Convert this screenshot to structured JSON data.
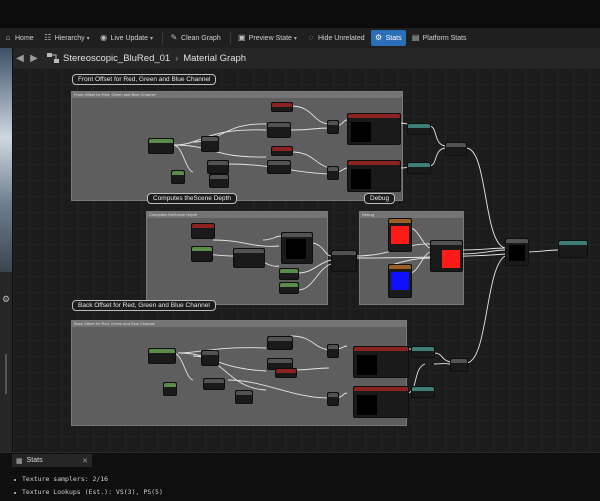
{
  "toolbar": {
    "items": [
      {
        "label": "Home",
        "icon": "home-icon"
      },
      {
        "label": "Hierarchy",
        "icon": "hierarchy-icon"
      },
      {
        "label": "Live Update",
        "icon": "eye-icon"
      },
      {
        "label": "Clean Graph",
        "icon": "broom-icon"
      },
      {
        "label": "Preview State",
        "icon": "play-icon"
      },
      {
        "label": "Hide Unrelated",
        "icon": "hide-icon"
      },
      {
        "label": "Stats",
        "icon": "stats-icon"
      },
      {
        "label": "Platform Stats",
        "icon": "platform-stats-icon"
      }
    ],
    "active_color": "#2a6fb7"
  },
  "breadcrumb": {
    "asset": "Stereoscopic_BluRed_01",
    "graph": "Material Graph"
  },
  "graph": {
    "comments": [
      {
        "bubble": "Front Offset for Red, Green and Blue Channel",
        "header": "Front Offset for Red, Green and Blue Channel"
      },
      {
        "bubble": "Computes theScene Depth",
        "header": "Computes theScene Depth"
      },
      {
        "bubble": "Debug",
        "header": "Debug"
      },
      {
        "bubble": "Back Offset for Red, Green and Blue Channel",
        "header": "Back Offset for Red, Green and Blue Channel"
      }
    ],
    "colors": {
      "red_preview": "#ff1a1a",
      "blue_preview": "#1010ff",
      "wire": "#e8e8e8"
    }
  },
  "stats": {
    "tab_label": "Stats",
    "lines": [
      "Texture samplers: 2/16",
      "Texture Lookups (Est.): VS(3), PS(5)"
    ]
  }
}
